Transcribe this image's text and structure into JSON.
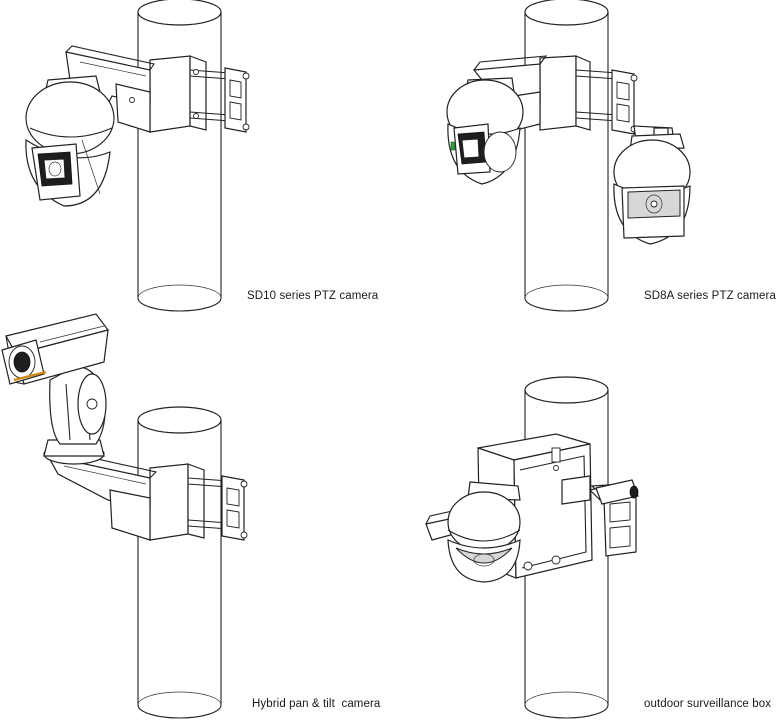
{
  "captions": {
    "sd10": "SD10 series PTZ camera",
    "sd8a": "SD8A series PTZ camera",
    "hybrid": "Hybrid pan & tilt  camera",
    "box": "outdoor surveillance box"
  },
  "colors": {
    "line": "#222222",
    "background": "#ffffff",
    "accent_led": "#2e9e3a",
    "accent_amber": "#d28a12"
  }
}
